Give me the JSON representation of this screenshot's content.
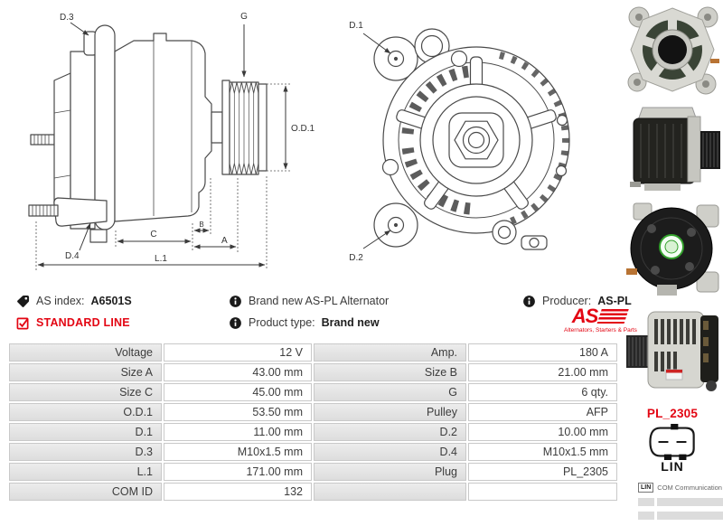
{
  "colors": {
    "accent_red": "#e30613",
    "drawing_line": "#4a4a4a",
    "table_label_bg": "#e4e4e4",
    "table_border": "#c9c9c9",
    "text": "#3c3c3c"
  },
  "drawings": {
    "side_view": {
      "d3": "D.3",
      "g": "G",
      "od1": "O.D.1",
      "d4": "D.4",
      "c": "C",
      "b": "B",
      "a": "A",
      "l1": "L.1"
    },
    "front_view": {
      "d1": "D.1",
      "d2": "D.2"
    }
  },
  "photos": [
    {
      "name": "alternator-front-view"
    },
    {
      "name": "alternator-side-view-pulley-right"
    },
    {
      "name": "alternator-rear-view"
    },
    {
      "name": "alternator-side-view-pulley-left"
    }
  ],
  "info": {
    "as_index_label": "AS index:",
    "as_index_value": "A6501S",
    "standard_line_label": "STANDARD LINE",
    "brand_new_text": "Brand new AS-PL Alternator",
    "product_type_label": "Product type:",
    "product_type_value": "Brand new",
    "producer_label": "Producer:",
    "producer_value": "AS-PL",
    "logo_text": "AS",
    "logo_tagline": "Alternators, Starters & Parts"
  },
  "plug": {
    "name": "PL_2305",
    "type": "LIN",
    "legend": [
      {
        "abbr": "LIN",
        "desc": "COM Communication"
      },
      {
        "abbr": "",
        "desc": ""
      },
      {
        "abbr": "",
        "desc": ""
      }
    ]
  },
  "spec_table": {
    "rows": [
      [
        "Voltage",
        "12 V",
        "Amp.",
        "180 A"
      ],
      [
        "Size A",
        "43.00 mm",
        "Size B",
        "21.00 mm"
      ],
      [
        "Size C",
        "45.00 mm",
        "G",
        "6 qty."
      ],
      [
        "O.D.1",
        "53.50 mm",
        "Pulley",
        "AFP"
      ],
      [
        "D.1",
        "11.00 mm",
        "D.2",
        "10.00 mm"
      ],
      [
        "D.3",
        "M10x1.5 mm",
        "D.4",
        "M10x1.5 mm"
      ],
      [
        "L.1",
        "171.00 mm",
        "Plug",
        "PL_2305"
      ],
      [
        "COM ID",
        "132",
        "",
        ""
      ]
    ]
  }
}
